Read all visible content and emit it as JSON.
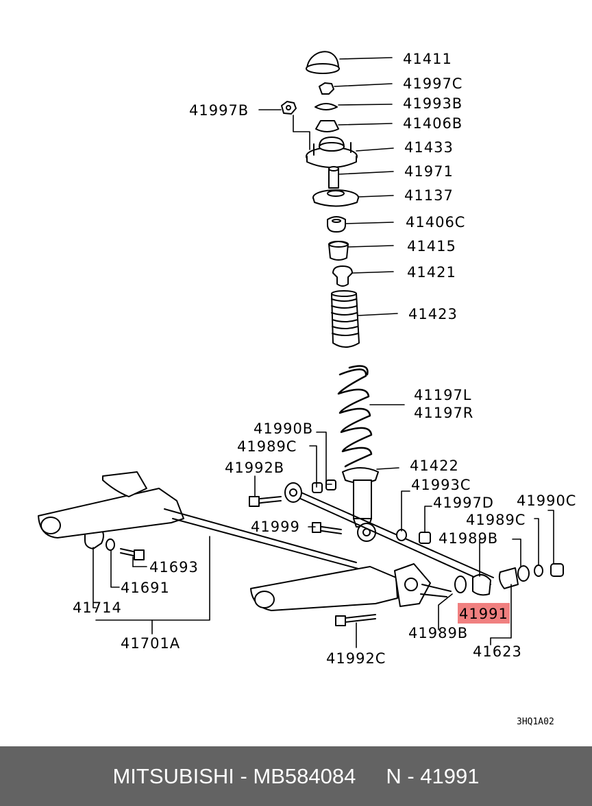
{
  "diagram": {
    "labels": {
      "l41411": "41411",
      "l41997C": "41997C",
      "l41997B": "41997B",
      "l41993B": "41993B",
      "l41406B": "41406B",
      "l41433": "41433",
      "l41971": "41971",
      "l41137": "41137",
      "l41406C": "41406C",
      "l41415": "41415",
      "l41421": "41421",
      "l41423": "41423",
      "l41197L": "41197L",
      "l41197R": "41197R",
      "l41990B": "41990B",
      "l41989C_a": "41989C",
      "l41992B": "41992B",
      "l41422": "41422",
      "l41993C": "41993C",
      "l41997D": "41997D",
      "l41990C": "41990C",
      "l41999": "41999",
      "l41989C_b": "41989C",
      "l41989B_a": "41989B",
      "l41693": "41693",
      "l41691": "41691",
      "l41714": "41714",
      "l41701A": "41701A",
      "l41991": "41991",
      "l41989B_b": "41989B",
      "l41623": "41623",
      "l41992C": "41992C"
    },
    "figure_code": "3HQ1A02",
    "highlight_color": "#f08080"
  },
  "footer": {
    "brand_part": "MITSUBISHI - MB584084",
    "ref": "N - 41991"
  }
}
